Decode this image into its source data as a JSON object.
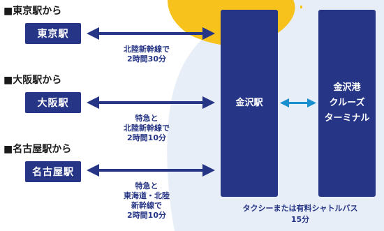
{
  "sources": [
    {
      "title": "■東京駅から",
      "station": "東京駅",
      "route_lines": [
        "北陸新幹線で",
        "2時間30分"
      ]
    },
    {
      "title": "■大阪駅から",
      "station": "大阪駅",
      "route_lines": [
        "特急と",
        "北陸新幹線で",
        "2時間10分"
      ]
    },
    {
      "title": "■名古屋駅から",
      "station": "名古屋駅",
      "route_lines": [
        "特急と",
        "東海道・北陸",
        "新幹線で",
        "2時間10分"
      ]
    }
  ],
  "hub": {
    "label": "金沢駅"
  },
  "terminal": {
    "label_lines": [
      "金沢港",
      "クルーズ",
      "ターミナル"
    ]
  },
  "transfer_note": {
    "lines": [
      "タクシーまたは有料シャトルバス",
      "15分"
    ]
  },
  "colors": {
    "navy": "#263585",
    "arrow_blue": "#1a8fcf",
    "map_yellow": "#f7c21c",
    "sea_pale": "#e7eef7"
  }
}
